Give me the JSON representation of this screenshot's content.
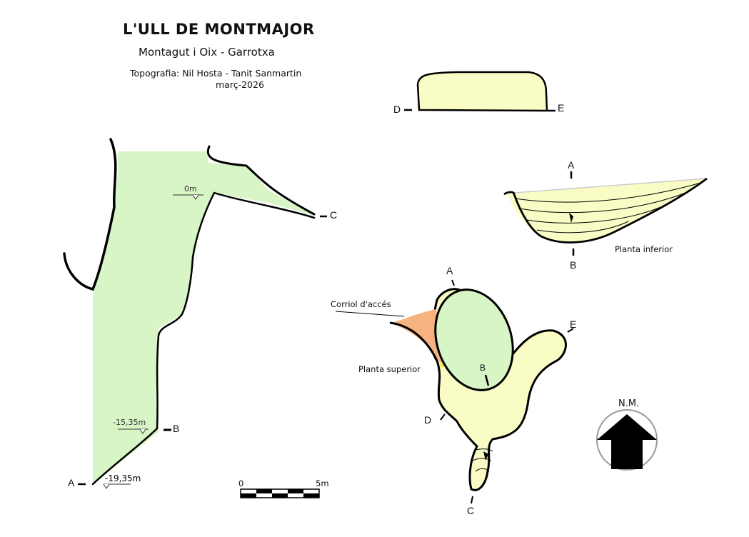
{
  "header": {
    "title": "L'ULL DE MONTMAJOR",
    "location": "Montagut i Oix  -  Garrotxa",
    "authors": "Topografia: Nil Hosta - Tanit Sanmartin",
    "date": "març-2026"
  },
  "profile": {
    "depth_top": "0m",
    "depth_b": "-15,35m",
    "depth_a": "-19,35m",
    "label_a": "A",
    "label_b": "B",
    "label_c": "C"
  },
  "section_de": {
    "label_d": "D",
    "label_e": "E"
  },
  "section_ab": {
    "label_a": "A",
    "label_b": "B",
    "caption": "Planta inferior"
  },
  "plan": {
    "label_a": "A",
    "label_b": "B",
    "label_c": "C",
    "label_d": "D",
    "label_e": "E",
    "access_path": "Corriol d'accés",
    "upper_level": "Planta superior"
  },
  "scale": {
    "start": "0",
    "end": "5m"
  },
  "north": {
    "label": "N.M."
  },
  "colors": {
    "green": "#d8f5c6",
    "yellow": "#fafcc6",
    "orange": "#f6b27f",
    "outline": "#000000"
  }
}
